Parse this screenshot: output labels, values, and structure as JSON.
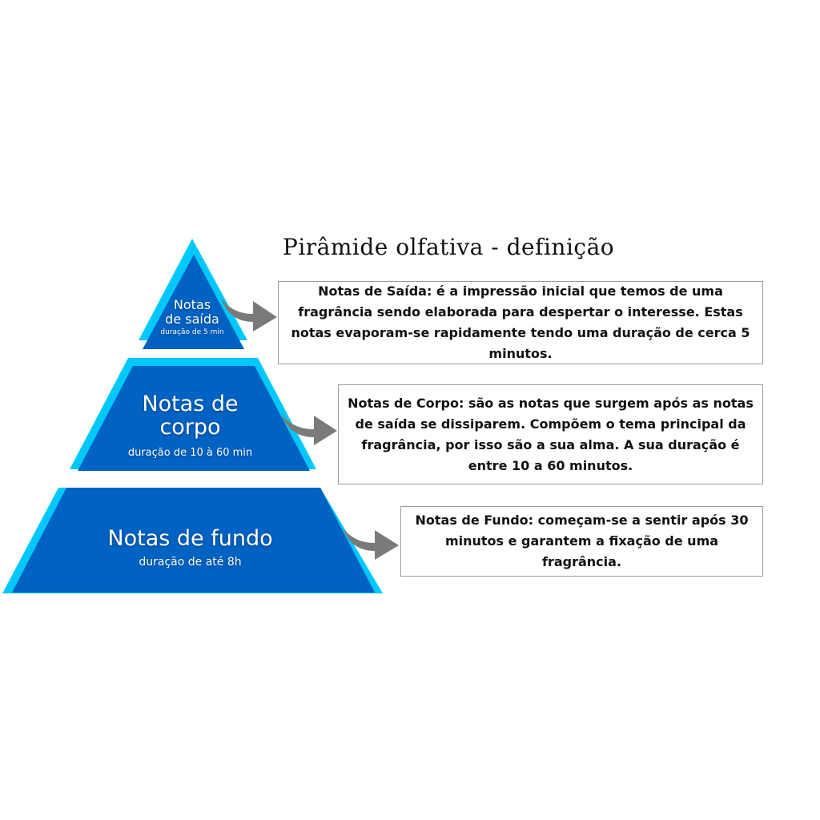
{
  "title": "Pirâmide olfativa - definição",
  "colors": {
    "outer": "#00c8fa",
    "inner": "#0062c3",
    "arrow": "#7a7b78"
  },
  "levels": [
    {
      "name": "Notas de saída",
      "name_line1": "Notas",
      "name_line2": "de saída",
      "duration": "duração de 5 min",
      "description": "Notas de Saída: é a impressão inicial que temos de uma fragrância sendo elaborada para despertar o interesse. Estas notas evaporam-se rapidamente tendo uma duração de cerca 5 minutos."
    },
    {
      "name": "Notas de corpo",
      "name_line1": "Notas de",
      "name_line2": "corpo",
      "duration": "duração de 10 à 60 min",
      "description": "Notas de Corpo: são as notas que surgem após as notas de saída se dissiparem. Compõem o tema principal da fragrância, por isso são a sua alma. A sua duração é entre 10 a 60 minutos."
    },
    {
      "name": "Notas de fundo",
      "duration": "duração de até 8h",
      "description": "Notas de Fundo: começam-se a sentir após 30 minutos e garantem a fixação de uma fragrância."
    }
  ]
}
